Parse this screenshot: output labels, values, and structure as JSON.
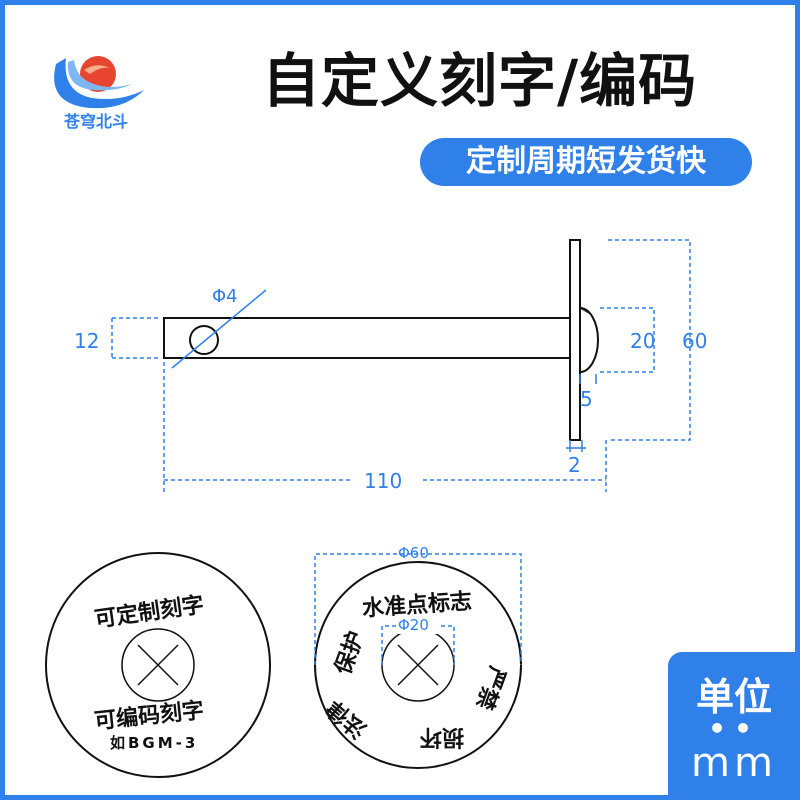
{
  "header": {
    "title": "自定义刻字/编码",
    "subtitle": "定制周期短发货快"
  },
  "logo": {
    "text": "苍穹北斗",
    "icon": "swoosh-sun-logo"
  },
  "diagram": {
    "dimensions": {
      "hole_diameter": "Φ4",
      "rod_height": "12",
      "total_length": "110",
      "dome_diameter": "20",
      "plate_height": "60",
      "dome_depth": "5",
      "plate_thickness": "2"
    },
    "disc_left": {
      "top_text": "可定制刻字",
      "bottom_text": "可编码刻字",
      "code_text": "如BGM-3"
    },
    "disc_right": {
      "outer_diameter": "Φ60",
      "inner_diameter": "Φ20",
      "top_text": "水准点标志",
      "left_text": "保护",
      "bottom_left_text": "法律",
      "bottom_right_text": "损坏",
      "right_text": "严禁"
    }
  },
  "unit": {
    "label": "单位",
    "dots": "••",
    "value": "mm"
  },
  "colors": {
    "accent": "#2f80e8",
    "line": "#111111",
    "logo_red": "#e8452e"
  }
}
